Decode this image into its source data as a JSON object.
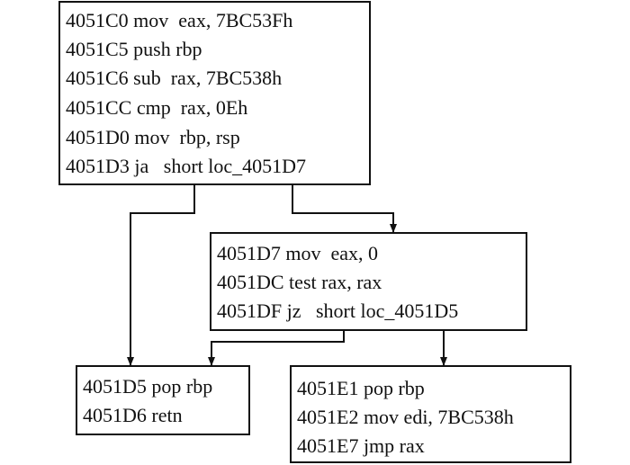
{
  "diagram": {
    "type": "control-flow-graph",
    "blocks": [
      {
        "id": "block-a",
        "lines": [
          "4051C0 mov  eax, 7BC53Fh",
          "4051C5 push rbp",
          "4051C6 sub  rax, 7BC538h",
          "4051CC cmp  rax, 0Eh",
          "4051D0 mov  rbp, rsp",
          "4051D3 ja   short loc_4051D7"
        ]
      },
      {
        "id": "block-b",
        "lines": [
          "4051D7 mov  eax, 0",
          "4051DC test rax, rax",
          "4051DF jz   short loc_4051D5"
        ]
      },
      {
        "id": "block-c",
        "lines": [
          "4051D5 pop rbp",
          "4051D6 retn"
        ]
      },
      {
        "id": "block-d",
        "lines": [
          "4051E1 pop rbp",
          "4051E2 mov edi, 7BC538h",
          "4051E7 jmp rax"
        ]
      }
    ],
    "edges": [
      {
        "from": "block-a",
        "to": "block-c"
      },
      {
        "from": "block-a",
        "to": "block-b"
      },
      {
        "from": "block-b",
        "to": "block-c"
      },
      {
        "from": "block-b",
        "to": "block-d"
      }
    ],
    "colors": {
      "stroke": "#111111",
      "background": "#ffffff",
      "text": "#111111"
    }
  }
}
